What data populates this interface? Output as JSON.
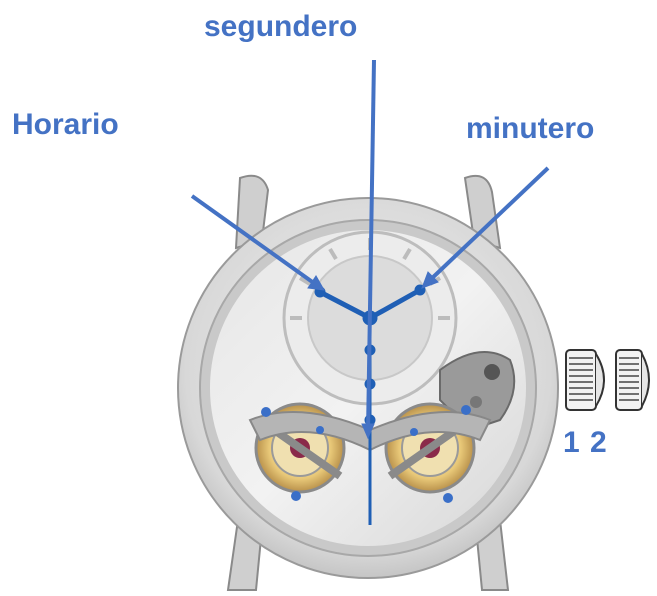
{
  "labels": {
    "second_hand": "segundero",
    "hour_hand": "Horario",
    "minute_hand": "minutero",
    "crown_numbers": "1 2"
  },
  "colors": {
    "label_text": "#4472c4",
    "arrow": "#4472c4",
    "hands": "#1f5fb5"
  }
}
